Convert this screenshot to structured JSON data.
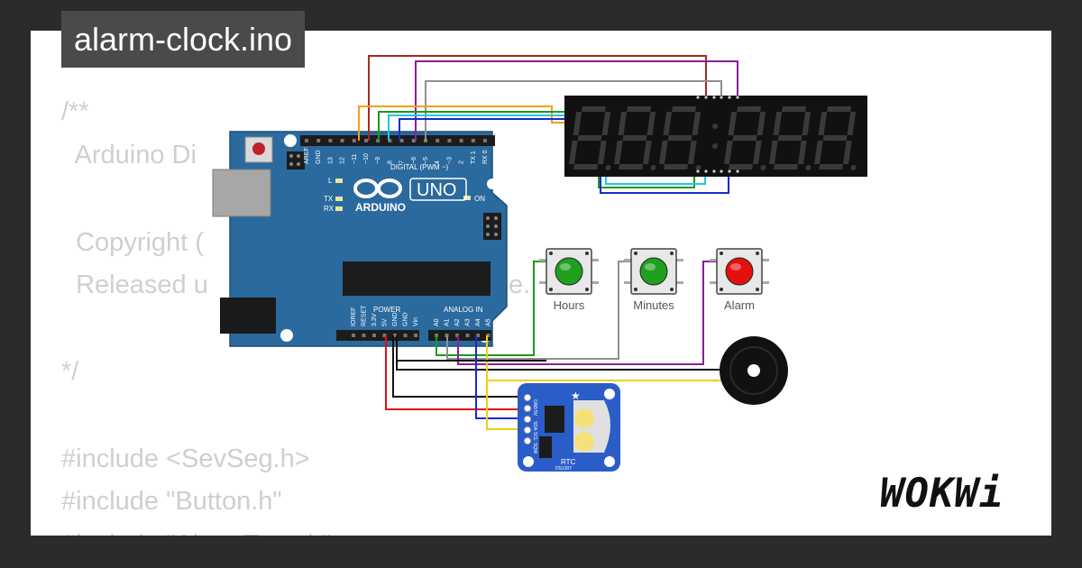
{
  "title": "alarm-clock.ino",
  "code_lines": [
    "/**",
    "  Arduino Di",
    "",
    "  Copyright (",
    "  Released u",
    "",
    "*/",
    "",
    "#include <SevSeg.h>",
    "#include \"Button.h\"",
    "#include \"AlarmTone.h\""
  ],
  "code_overlap_fragment": "e.",
  "arduino": {
    "board_name": "UNO",
    "brand": "ARDUINO",
    "header_digital": "DIGITAL (PWM ~)",
    "header_power": "POWER",
    "header_analog": "ANALOG IN",
    "led_l": "L",
    "led_tx": "TX",
    "led_rx": "RX",
    "led_on": "ON",
    "digital_pins": [
      "AREF",
      "GND",
      "13",
      "12",
      "~11",
      "~10",
      "~9",
      "8",
      "7",
      "~6",
      "~5",
      "4",
      "~3",
      "2",
      "TX 1",
      "RX 0"
    ],
    "power_pins": [
      "IOREF",
      "RESET",
      "3.3V",
      "5V",
      "GND",
      "GND",
      "Vin"
    ],
    "analog_pins": [
      "A0",
      "A1",
      "A2",
      "A3",
      "A4",
      "A5"
    ]
  },
  "buttons": [
    {
      "label": "Hours",
      "color": "#1fa01f"
    },
    {
      "label": "Minutes",
      "color": "#1fa01f"
    },
    {
      "label": "Alarm",
      "color": "#e41010"
    }
  ],
  "rtc": {
    "label": "RTC",
    "chip": "DS1307",
    "pins": [
      "GND",
      "5V",
      "SDA",
      "SCL",
      "SQW"
    ]
  },
  "logo": "WOKWi",
  "colors": {
    "background": "#2b2b2b",
    "panel": "#ffffff",
    "code_text": "#cfcfcf",
    "title_tab": "#4a4a4a",
    "arduino_board": "#2a6a9e",
    "display_bg": "#111111",
    "segment_off": "#3a3a3a",
    "rtc_board": "#2a5dc8"
  }
}
